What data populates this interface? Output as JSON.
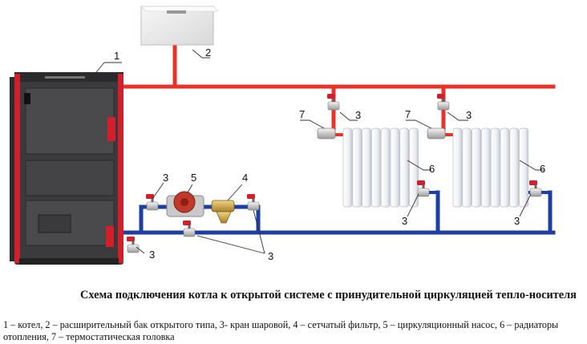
{
  "diagram": {
    "title": "Схема подключения котла к открытой системе с принудительной циркуляцией тепло-носителя",
    "legend": "1 – котел, 2 – расширительный бак открытого типа, 3- кран шаровой, 4 – сетчатый фильтр, 5 – циркуляционный насос, 6 – радиаторы отопления, 7 – термостатическая головка",
    "callouts": {
      "boiler": "1",
      "tank": "2",
      "valve": "3",
      "filter": "4",
      "pump": "5",
      "radiator": "6",
      "thermo_head": "7"
    },
    "colors": {
      "supply_pipe": "#e8332a",
      "return_pipe": "#1d3fa3",
      "boiler_body": "#3b3b3d",
      "boiler_trim": "#d21f2b",
      "radiator": "#eef1f5",
      "valve_handle": "#d21f2b",
      "brass": "#c9a23f"
    },
    "icons": [
      "boiler-icon",
      "expansion-tank-icon",
      "ball-valve-icon",
      "pump-icon",
      "filter-icon",
      "radiator-icon",
      "thermo-head-icon"
    ]
  }
}
